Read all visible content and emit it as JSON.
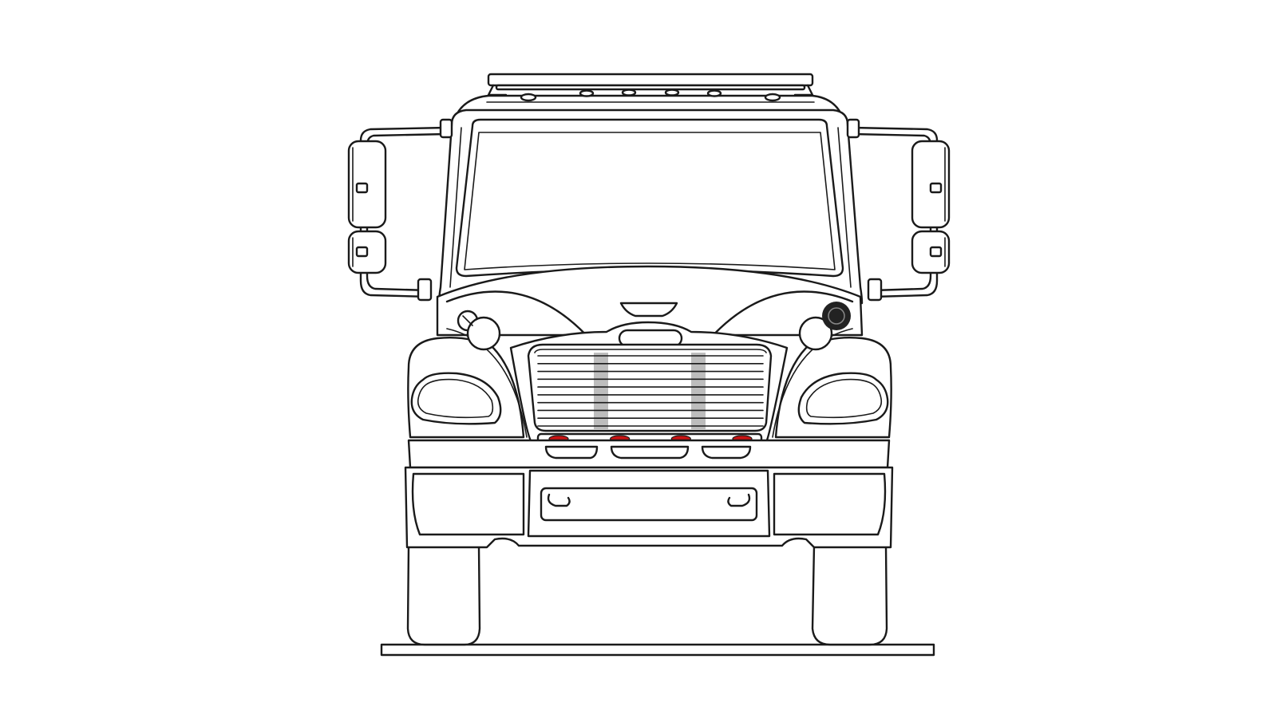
{
  "drawing": {
    "subject": "truck-front-view",
    "colors": {
      "line": "#1a1a1a",
      "background": "#ffffff",
      "marker_lamp": "#c81414",
      "grille_bar_shade": "#bdbdbd"
    },
    "marker_lamp_count": 4,
    "grille_slat_count": 10
  }
}
